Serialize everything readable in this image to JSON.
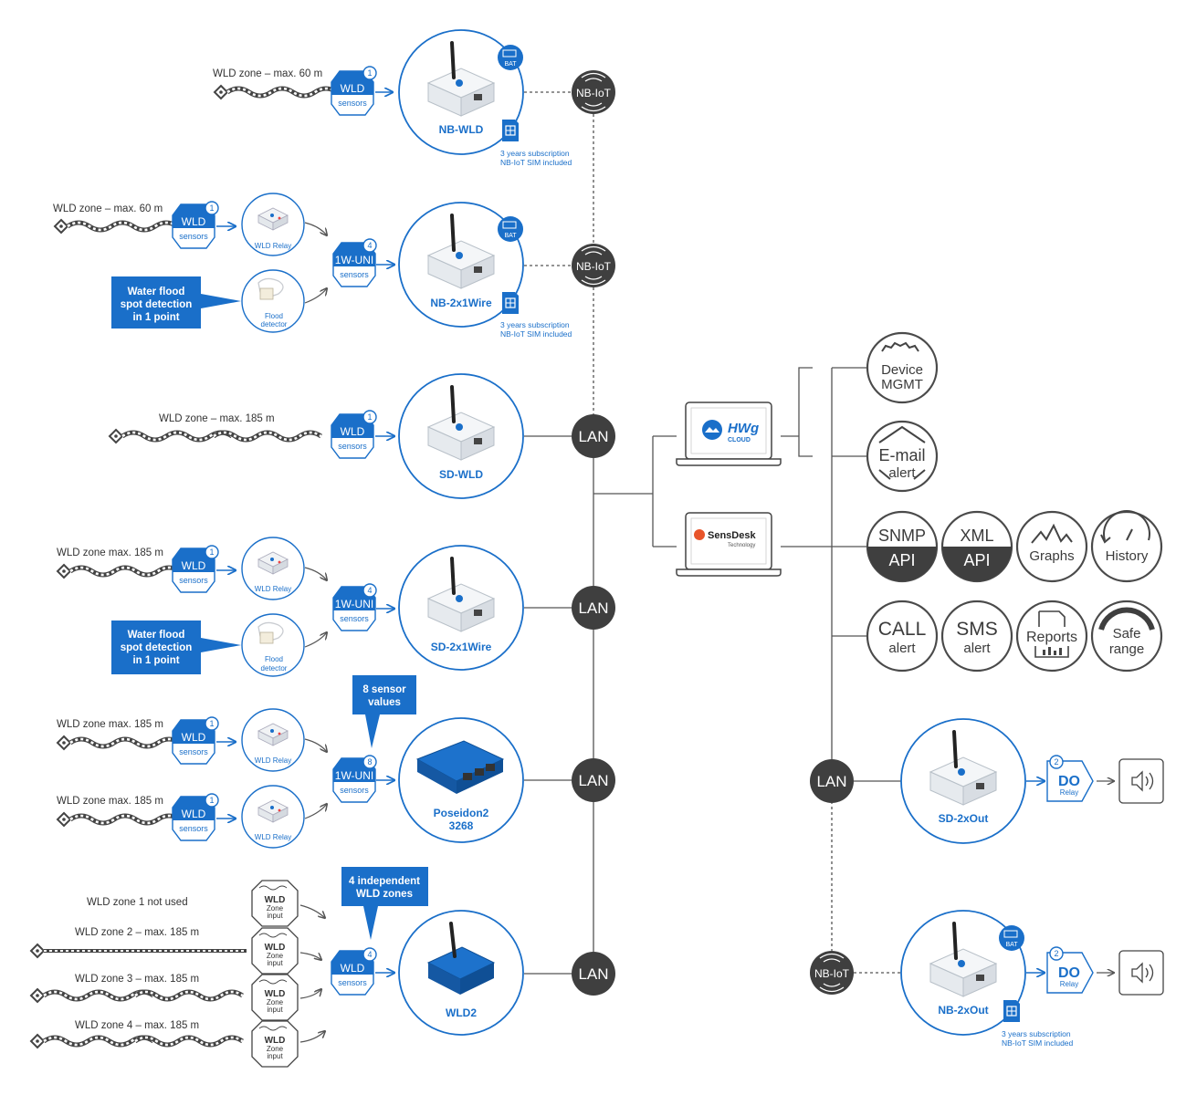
{
  "hubs": {
    "nbiot": "NB-IoT",
    "lan": "LAN"
  },
  "devices": {
    "nb_wld": "NB-WLD",
    "nb_2x1wire": "NB-2x1Wire",
    "sd_wld": "SD-WLD",
    "sd_2x1wire": "SD-2x1Wire",
    "poseidon_line1": "Poseidon2",
    "poseidon_line2": "3268",
    "wld2": "WLD2",
    "sd_2xout": "SD-2xOut",
    "nb_2xout": "NB-2xOut"
  },
  "bat_label": "BAT",
  "sim_note": {
    "line1": "3 years subscription",
    "line2": "NB-IoT SIM included"
  },
  "zones": {
    "row1": "WLD zone – max. 60 m",
    "row2": "WLD zone – max. 60 m",
    "row3": "WLD zone – max. 185 m",
    "row4": "WLD zone max. 185 m",
    "row5a": "WLD zone max. 185 m",
    "row5b": "WLD zone max. 185 m",
    "z1": "WLD zone 1 not used",
    "z2": "WLD zone 2 – max. 185 m",
    "z3": "WLD zone 3 – max. 185 m",
    "z4": "WLD zone 4 – max. 185 m"
  },
  "hex": {
    "wld": "WLD",
    "one_w": "1W-UNI",
    "sensors": "sensors"
  },
  "counts": {
    "one": "1",
    "two": "2",
    "four": "4",
    "eight": "8"
  },
  "relay_label": "WLD Relay",
  "flood_label_1": "Flood",
  "flood_label_2": "detector",
  "callouts": {
    "flood_line1": "Water flood",
    "flood_line2": "spot detection",
    "flood_line3": "in 1 point",
    "values_line1": "8 sensor",
    "values_line2": "values",
    "zones_line1": "4 independent",
    "zones_line2": "WLD zones"
  },
  "zone_input": {
    "l1": "WLD",
    "l2": "Zone",
    "l3": "input"
  },
  "cloud": {
    "hwg": "HWg",
    "cloud": "CLOUD",
    "sensdesk": "SensDesk",
    "technology": "Technology"
  },
  "services": {
    "device_1": "Device",
    "device_2": "MGMT",
    "email_1": "E-mail",
    "email_2": "alert",
    "snmp_1": "SNMP",
    "snmp_2": "API",
    "xml_1": "XML",
    "xml_2": "API",
    "graphs": "Graphs",
    "history": "History",
    "call_1": "CALL",
    "call_2": "alert",
    "sms_1": "SMS",
    "sms_2": "alert",
    "reports": "Reports",
    "safe_1": "Safe",
    "safe_2": "range"
  },
  "outputs": {
    "do": "DO",
    "relay": "Relay"
  },
  "colors": {
    "brand_blue": "#1a6fc9",
    "hub_gray": "#3f3f3f",
    "ring_gray": "#4a4a4a"
  }
}
